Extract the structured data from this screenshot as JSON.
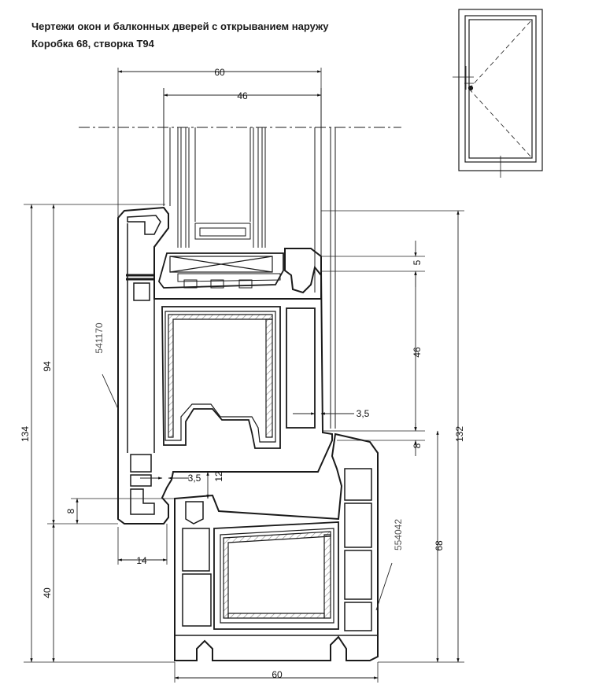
{
  "header": {
    "title": "Чертежи окон и балконных дверей с открыванием наружу",
    "subtitle": "Коробка 68, створка Т94"
  },
  "dimensions": {
    "frame_width_top": "60",
    "sash_width_top": "46",
    "right_upper_gap": "5",
    "right_glass_depth": "46",
    "inner_gap_right": "3,5",
    "right_lower_gap": "8",
    "total_right_height": "132",
    "left_total_height": "134",
    "left_sash_height": "94",
    "left_bottom_height": "40",
    "left_step": "8",
    "inner_gap_left": "3,5",
    "overlap": "12",
    "left_offset": "14",
    "frame_height_right": "68",
    "frame_width_bottom": "60"
  },
  "profiles": {
    "sash_code": "541170",
    "frame_code": "554042"
  },
  "colors": {
    "line": "#1a1a1a",
    "dim": "#222222",
    "code": "#555555",
    "reinforcement": "#9a9a9a"
  }
}
